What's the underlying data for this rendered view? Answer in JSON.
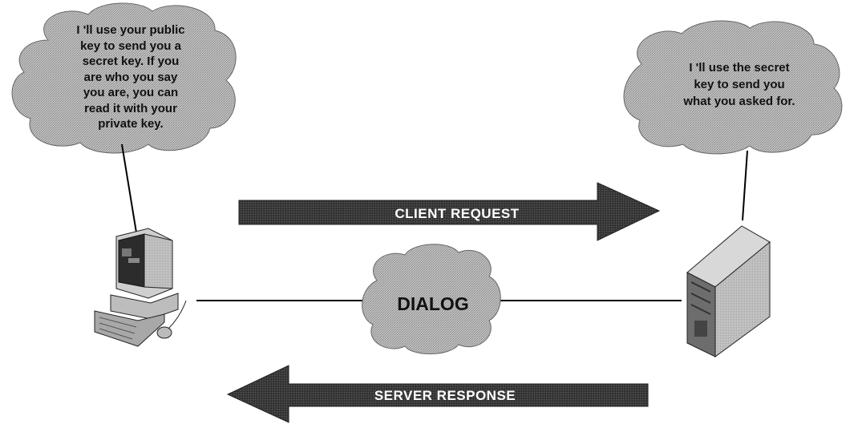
{
  "left_cloud": {
    "text": "I 'll use your public\nkey to send you a\nsecret key. If you\nare who you say\nyou are, you can\nread it with your\nprivate key."
  },
  "right_cloud": {
    "text": "I 'll use the secret\nkey to send you\nwhat you asked for."
  },
  "client_request": {
    "label": "CLIENT REQUEST"
  },
  "server_response": {
    "label": "SERVER RESPONSE"
  },
  "dialog": {
    "label": "DIALOG"
  },
  "icons": {
    "client": "desktop-computer-icon",
    "server": "server-tower-icon"
  },
  "colors": {
    "cloud": "#b4b4b4",
    "arrow": "#333333",
    "line": "#000000"
  }
}
